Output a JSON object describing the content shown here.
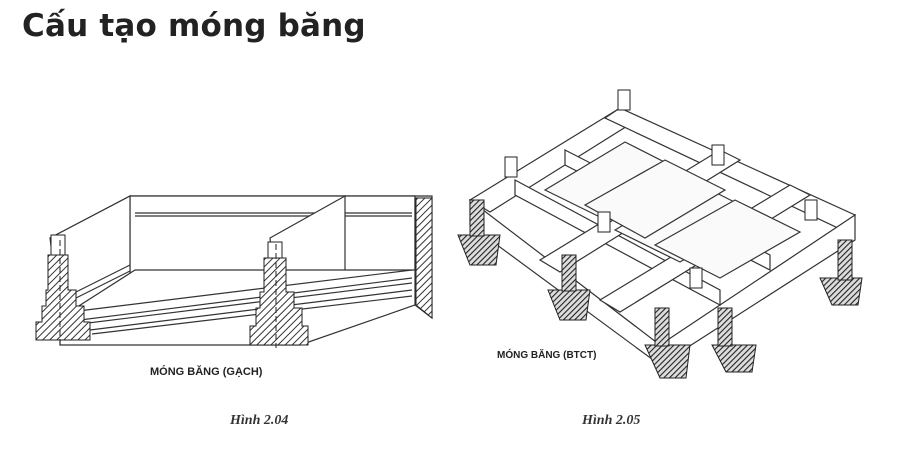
{
  "page": {
    "title": "Cấu tạo móng băng"
  },
  "figures": [
    {
      "label": "MÓNG BĂNG (GẠCH)",
      "caption": "Hình 2.04"
    },
    {
      "label": "MÓNG BĂNG (BTCT)",
      "caption": "Hình 2.05"
    }
  ]
}
